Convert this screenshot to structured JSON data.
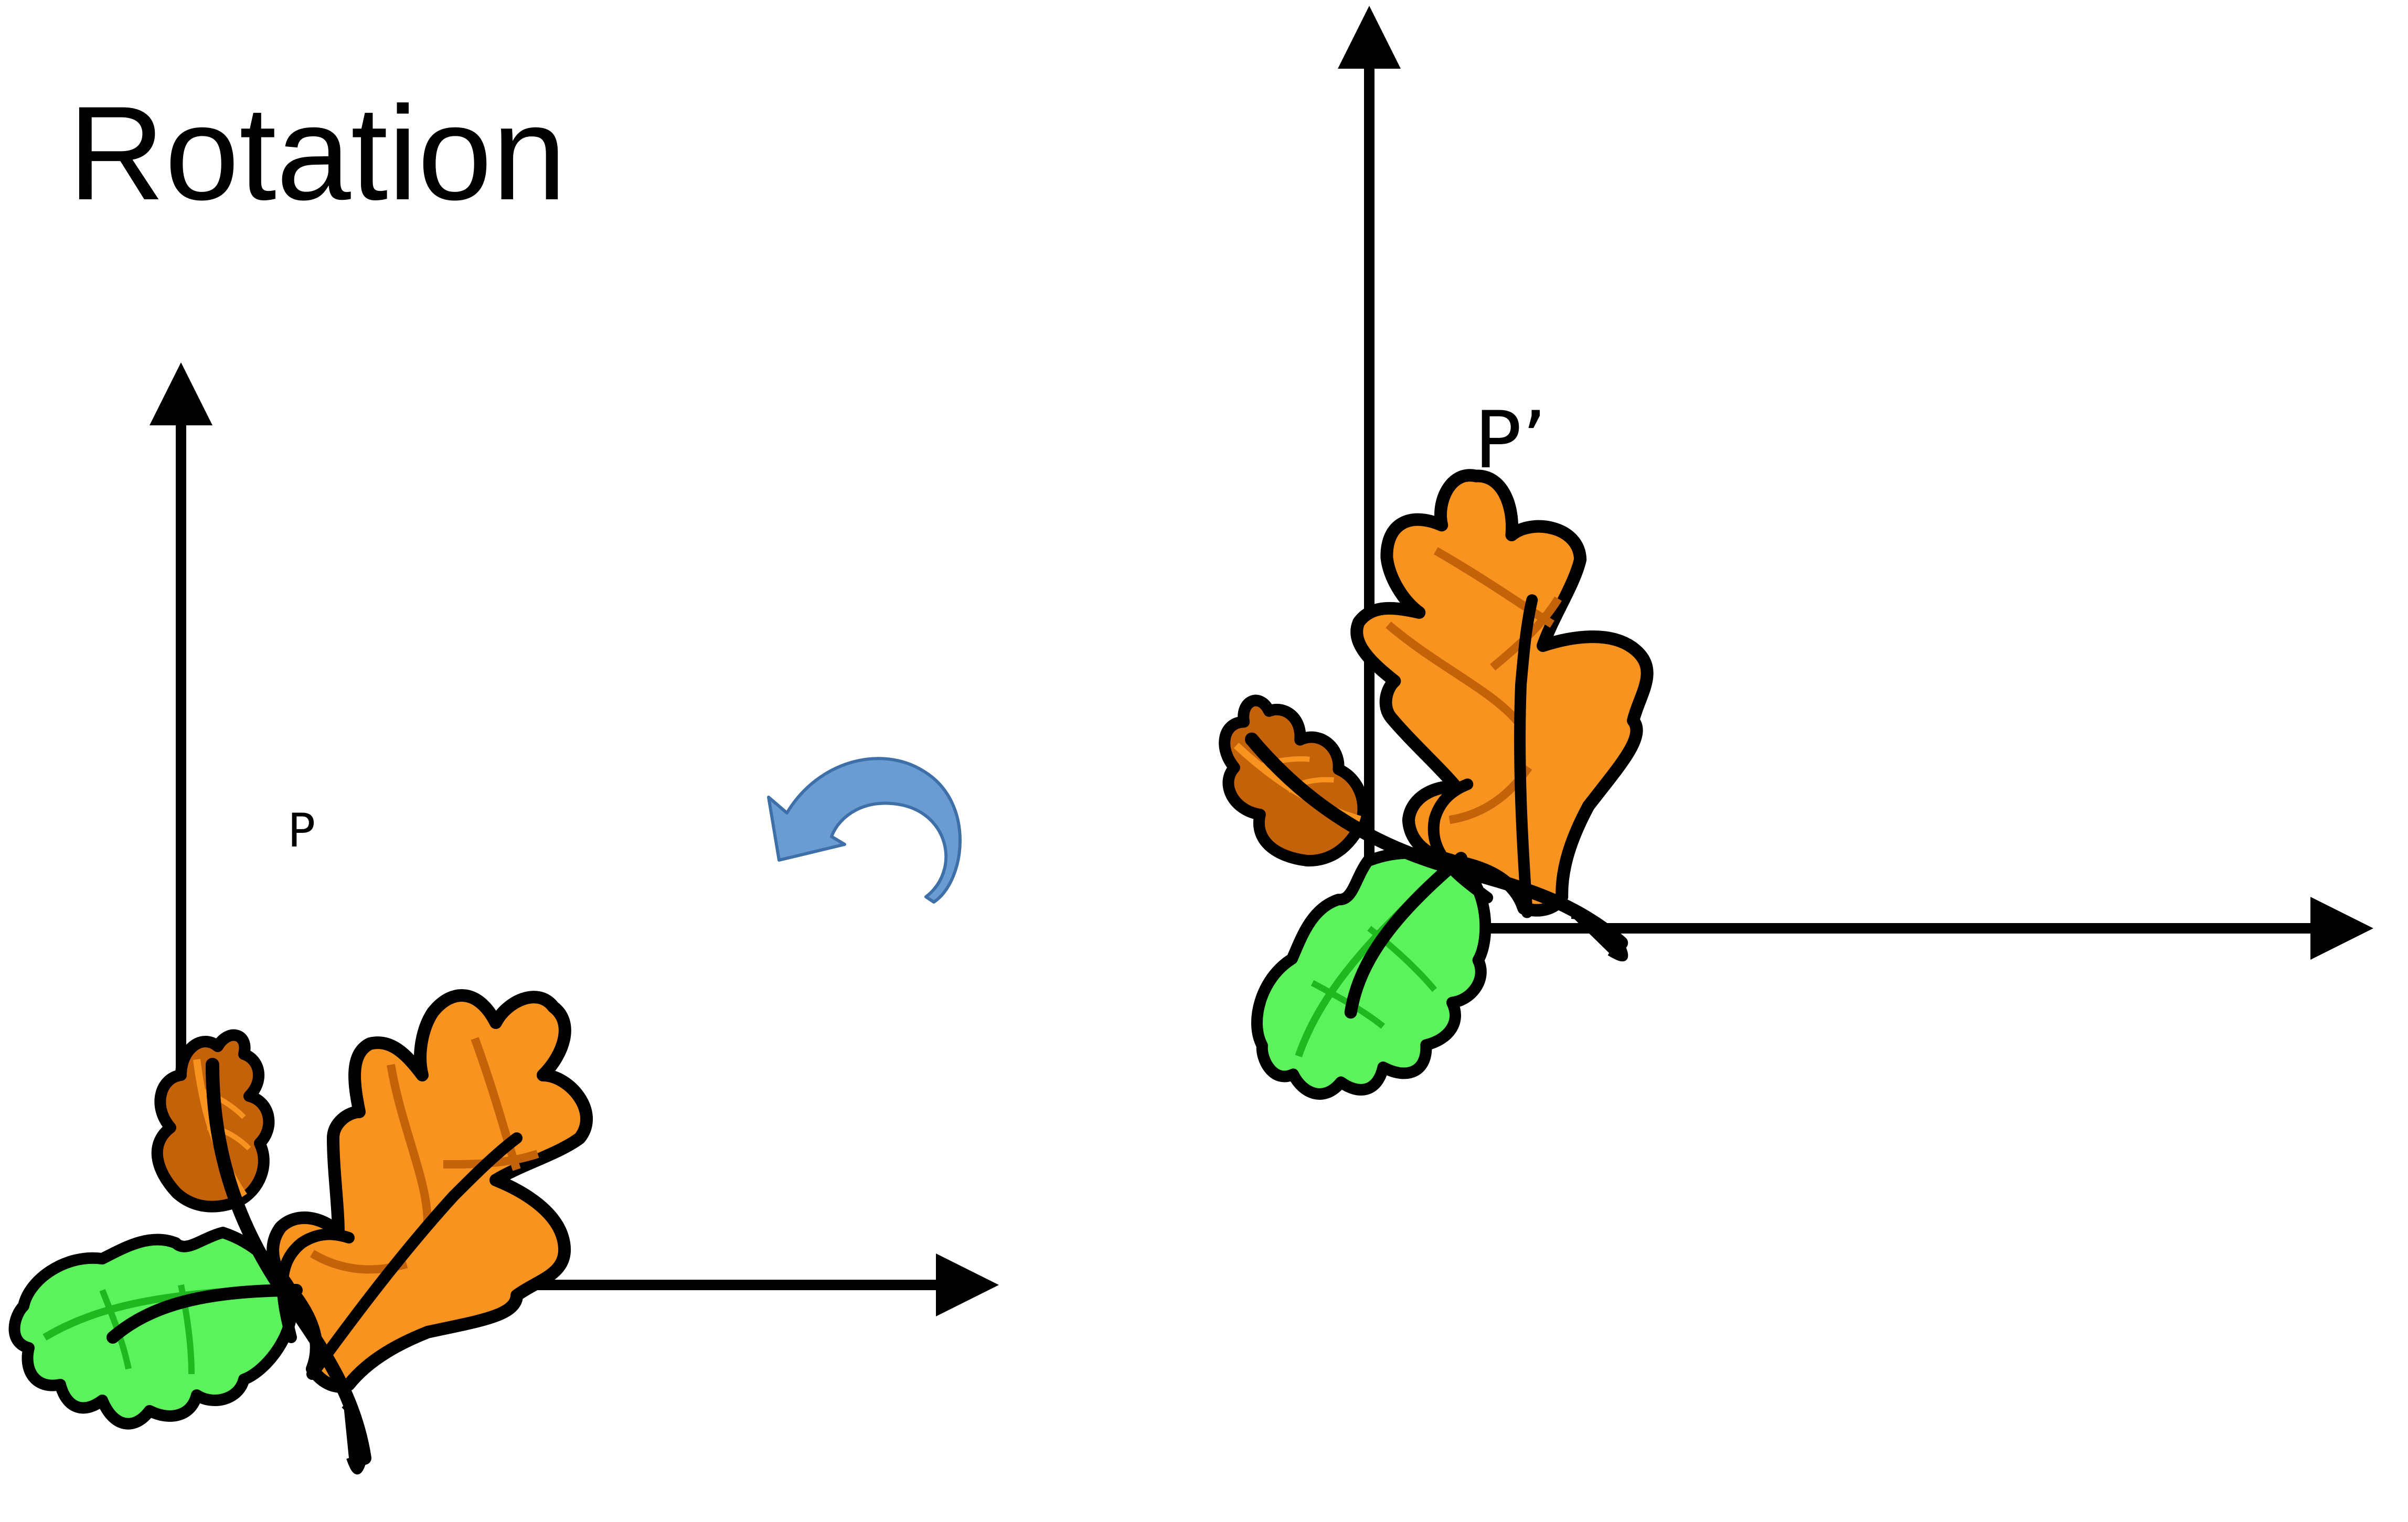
{
  "slide": {
    "title": "Rotation",
    "point_before_label": "P",
    "point_after_label": "P’"
  },
  "colors": {
    "axis": "#000000",
    "leaf_orange": "#F7931E",
    "leaf_dark_orange": "#C4620A",
    "leaf_vein": "#B35A0E",
    "leaf_green": "#5CF25C",
    "leaf_green_vein": "#1FB81F",
    "rotation_arrow": "#6A9BD1",
    "rotation_arrow_stroke": "#3E6FA8"
  },
  "icons": {
    "rotation_arrow": "counterclockwise-curved-arrow-icon",
    "leaf_sprig": "oak-leaf-sprig-icon"
  }
}
